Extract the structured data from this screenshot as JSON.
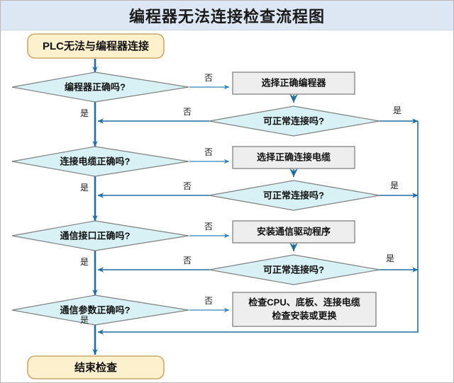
{
  "header": {
    "title": "编程器无法连接检查流程图"
  },
  "flow": {
    "start": {
      "label": "PLC无法与编程器连接"
    },
    "end": {
      "label": "结束检查"
    },
    "branch_yes": "是",
    "branch_no": "否",
    "rows": [
      {
        "decision": "编程器正确吗?",
        "action": "选择正确编程器",
        "recheck": "可正常连接吗?"
      },
      {
        "decision": "连接电缆正确吗?",
        "action": "选择正确连接电缆",
        "recheck": "可正常连接吗?"
      },
      {
        "decision": "通信接口正确吗?",
        "action": "安装通信驱动程序",
        "recheck": "可正常连接吗?"
      },
      {
        "decision": "通信参数正确吗?",
        "action_line1": "检查CPU、底板、连接电缆",
        "action_line2": "检查安装或更换"
      }
    ]
  },
  "colors": {
    "title_bg": "#dce7f3",
    "decision_fill": "#d7f1f5",
    "process_fill": "#eeeeee",
    "terminator_fill": "#fcf0cd",
    "connector": "#1f6fa5"
  }
}
